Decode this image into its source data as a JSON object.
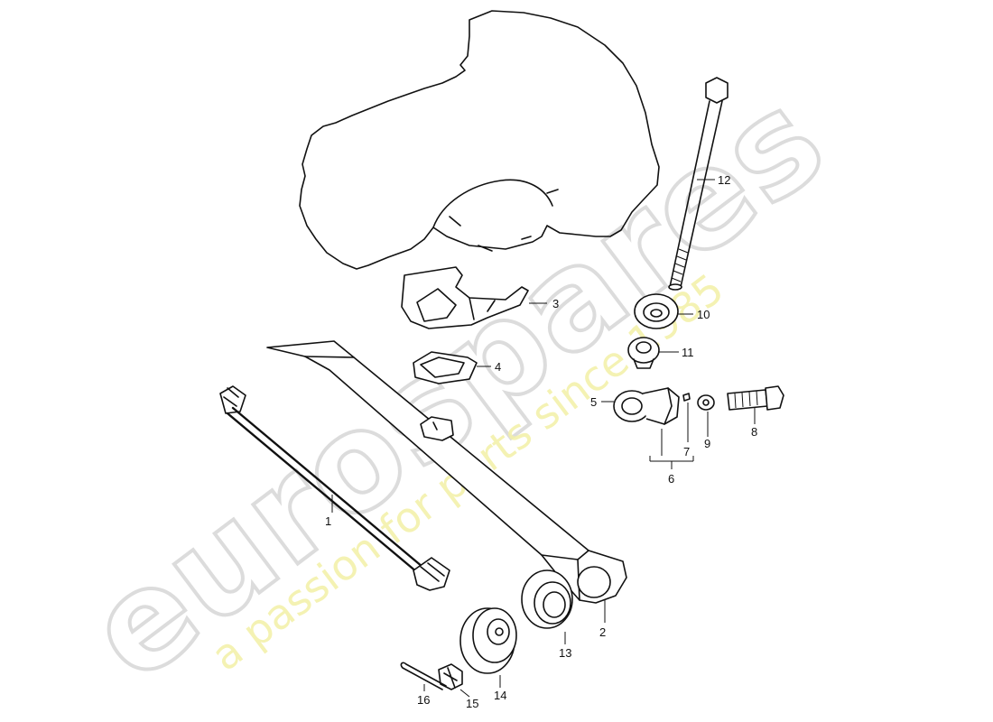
{
  "watermark": {
    "brand": "eurospares",
    "tagline": "a passion for parts since 1985"
  },
  "callouts": [
    {
      "id": "1",
      "label": "1"
    },
    {
      "id": "2",
      "label": "2"
    },
    {
      "id": "3",
      "label": "3"
    },
    {
      "id": "4",
      "label": "4"
    },
    {
      "id": "5",
      "label": "5"
    },
    {
      "id": "6",
      "label": "6"
    },
    {
      "id": "7",
      "label": "7"
    },
    {
      "id": "8",
      "label": "8"
    },
    {
      "id": "9",
      "label": "9"
    },
    {
      "id": "10",
      "label": "10"
    },
    {
      "id": "11",
      "label": "11"
    },
    {
      "id": "12",
      "label": "12"
    },
    {
      "id": "13",
      "label": "13"
    },
    {
      "id": "14",
      "label": "14"
    },
    {
      "id": "15",
      "label": "15"
    },
    {
      "id": "16",
      "label": "16"
    }
  ]
}
